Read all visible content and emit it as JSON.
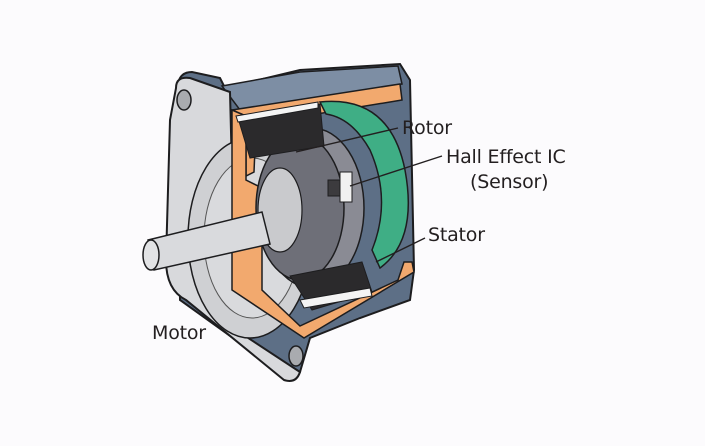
{
  "diagram": {
    "subject": "Cutaway of brushless DC motor with Hall effect sensor",
    "labels": {
      "rotor": "Rotor",
      "hall_line1": "Hall Effect IC",
      "hall_line2": "(Sensor)",
      "stator": "Stator",
      "motor": "Motor"
    },
    "colors": {
      "background": "#fcfbfd",
      "housing_blue": "#5d6f86",
      "housing_blue_light": "#7d8ea4",
      "cut_face_orange": "#f2a96e",
      "pcb_green": "#3fae85",
      "rotor_gray": "#6e6f78",
      "face_gray": "#cfd0d3",
      "shaft_gray": "#d9dadd",
      "winding_dark": "#2b2a2c",
      "leader_line": "#231f20"
    }
  }
}
